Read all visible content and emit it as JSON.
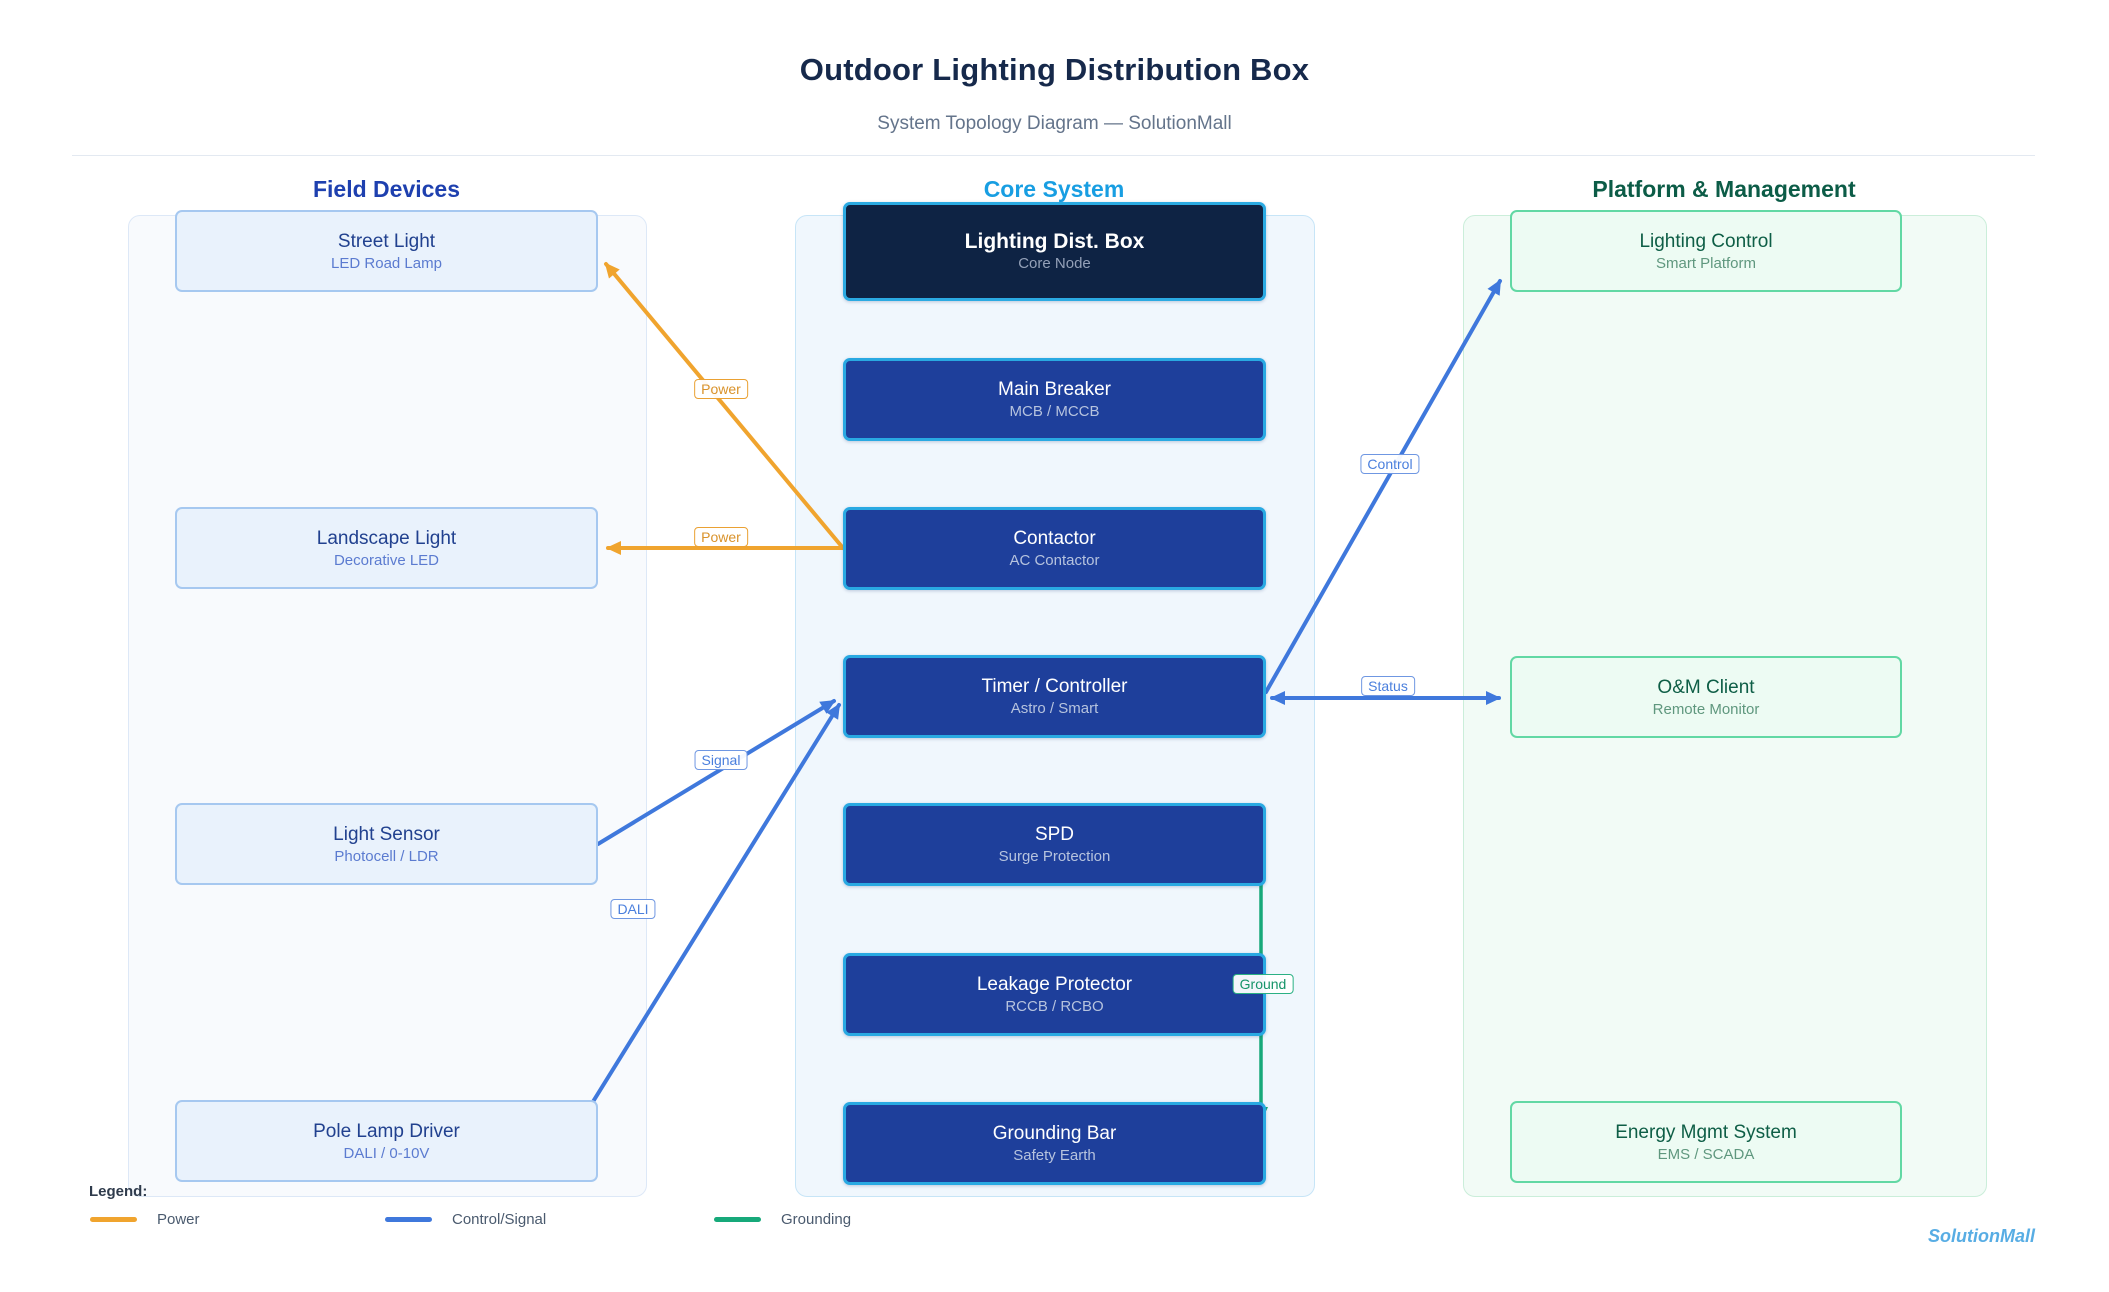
{
  "header": {
    "title": "Outdoor Lighting Distribution Box",
    "subtitle": "System Topology Diagram — SolutionMall"
  },
  "columns": {
    "field": {
      "header": "Field Devices",
      "nodes": [
        {
          "title": "Street Light",
          "subtitle": "LED Road Lamp"
        },
        {
          "title": "Landscape Light",
          "subtitle": "Decorative LED"
        },
        {
          "title": "Light Sensor",
          "subtitle": "Photocell / LDR"
        },
        {
          "title": "Pole Lamp Driver",
          "subtitle": "DALI / 0-10V"
        }
      ]
    },
    "core": {
      "header": "Core System",
      "nodes": [
        {
          "title": "Lighting Dist. Box",
          "subtitle": "Core Node"
        },
        {
          "title": "Main Breaker",
          "subtitle": "MCB / MCCB"
        },
        {
          "title": "Contactor",
          "subtitle": "AC Contactor"
        },
        {
          "title": "Timer / Controller",
          "subtitle": "Astro / Smart"
        },
        {
          "title": "SPD",
          "subtitle": "Surge Protection"
        },
        {
          "title": "Leakage Protector",
          "subtitle": "RCCB / RCBO"
        },
        {
          "title": "Grounding Bar",
          "subtitle": "Safety Earth"
        }
      ]
    },
    "platform": {
      "header": "Platform & Management",
      "nodes": [
        {
          "title": "Lighting Control",
          "subtitle": "Smart Platform"
        },
        {
          "title": "O&M Client",
          "subtitle": "Remote Monitor"
        },
        {
          "title": "Energy Mgmt System",
          "subtitle": "EMS / SCADA"
        }
      ]
    }
  },
  "edges": {
    "power_to_street": {
      "label": "Power"
    },
    "power_to_landscape": {
      "label": "Power"
    },
    "signal": {
      "label": "Signal"
    },
    "dali": {
      "label": "DALI"
    },
    "control": {
      "label": "Control"
    },
    "status": {
      "label": "Status"
    },
    "ground": {
      "label": "Ground"
    }
  },
  "legend": {
    "title": "Legend:",
    "items": [
      {
        "name": "Power",
        "color": "#f0a42e"
      },
      {
        "name": "Control/Signal",
        "color": "#3f78dc"
      },
      {
        "name": "Grounding",
        "color": "#17a97a"
      }
    ]
  },
  "footer": {
    "brand": "SolutionMall"
  },
  "colors": {
    "power": "#f0a42e",
    "control_signal": "#3f78dc",
    "grounding": "#17a97a",
    "core_accent": "#29a9e2",
    "field_accent": "#1e40af",
    "platform_accent": "#0c5c47"
  }
}
